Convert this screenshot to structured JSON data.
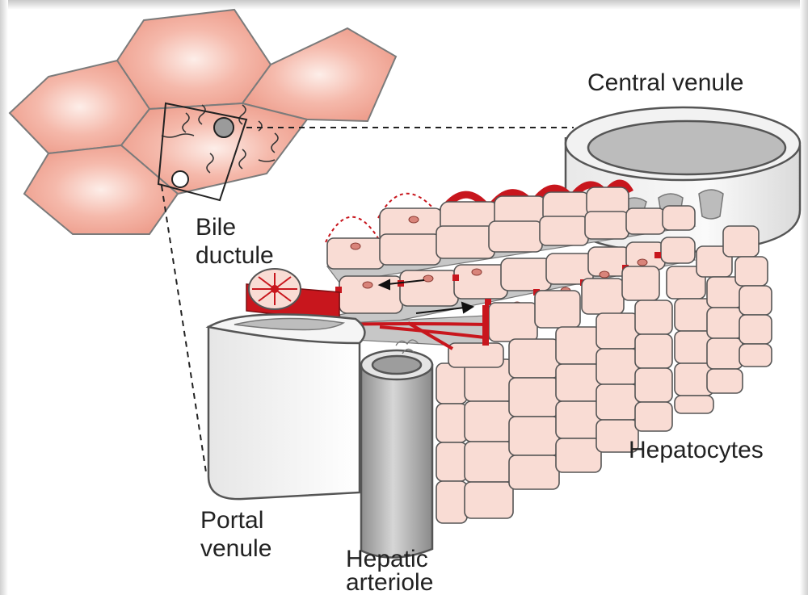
{
  "labels": {
    "central_venule": "Central venule",
    "bile_ductule_line1": "Bile",
    "bile_ductule_line2": "ductule",
    "hepatocytes": "Hepatocytes",
    "portal_venule_line1": "Portal",
    "portal_venule_line2": "venule",
    "hepatic_arteriole_line1": "Hepatic",
    "hepatic_arteriole_line2": "arteriole"
  },
  "colors": {
    "lobule_fill": "#f2a99a",
    "lobule_highlight": "#fbe3dc",
    "hepatocyte_fill": "#f9dcd4",
    "bile_red": "#c8161d",
    "vessel_grey": "#b9b9b9",
    "vessel_light": "#efefef",
    "outline": "#555555"
  }
}
